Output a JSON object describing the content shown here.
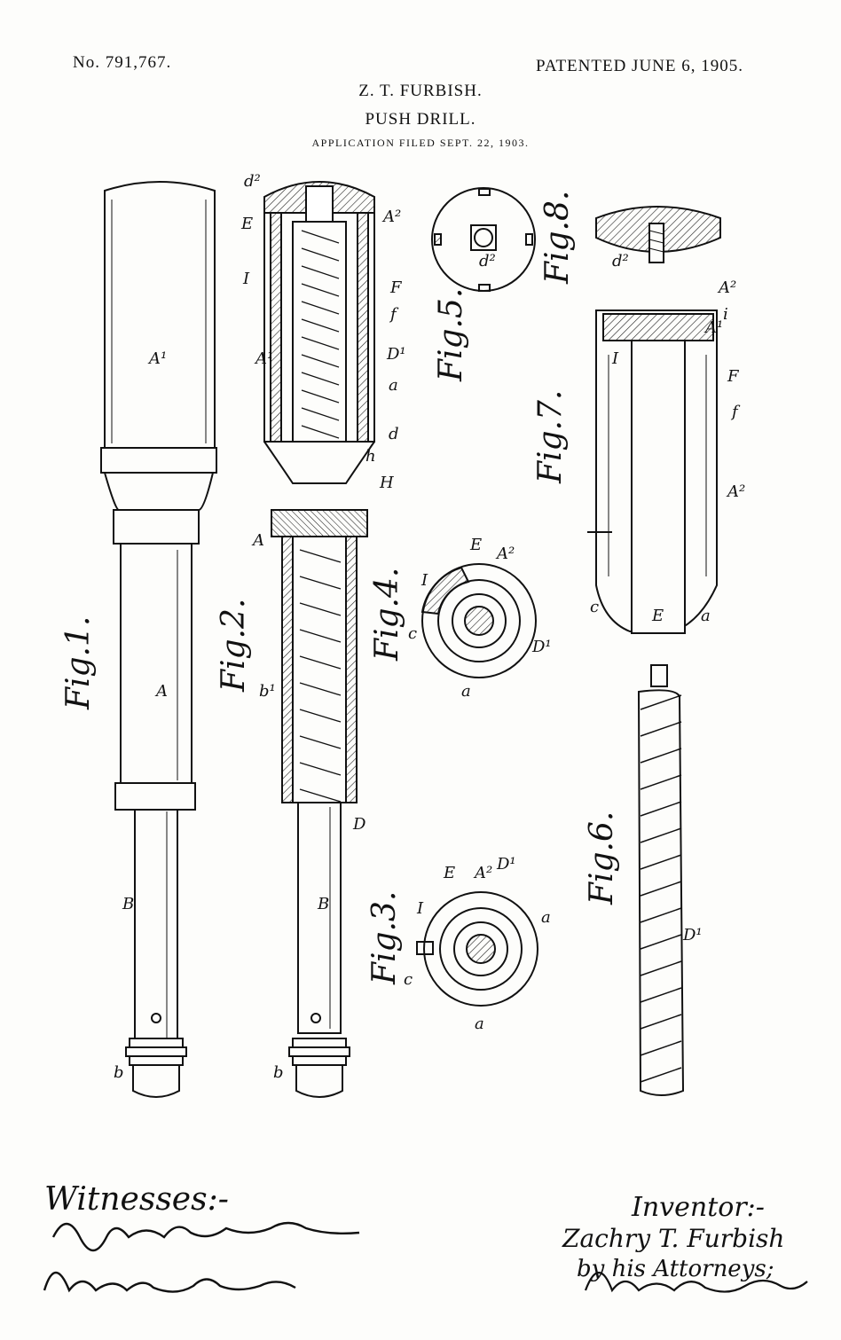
{
  "header": {
    "patent_number": "No. 791,767.",
    "patented_date": "PATENTED JUNE 6, 1905.",
    "inventor": "Z. T. FURBISH.",
    "title": "PUSH DRILL.",
    "application": "APPLICATION FILED SEPT. 22, 1903."
  },
  "figures": {
    "fig1": "Fig.1.",
    "fig2": "Fig.2.",
    "fig3": "Fig.3.",
    "fig4": "Fig.4.",
    "fig5": "Fig.5.",
    "fig6": "Fig.6.",
    "fig7": "Fig.7.",
    "fig8": "Fig.8."
  },
  "parts": {
    "A1": "A¹",
    "A2": "A²",
    "A": "A",
    "B": "B",
    "b": "b",
    "b1": "b¹",
    "D": "D",
    "D1": "D¹",
    "d2": "d²",
    "E": "E",
    "I": "I",
    "a": "a",
    "c": "c",
    "F": "F",
    "f": "f",
    "i": "i",
    "h": "h",
    "H": "H",
    "d": "d"
  },
  "footer": {
    "witnesses_label": "Witnesses:-",
    "inventor_label": "Inventor:-",
    "inventor_signature": "Zachry T. Furbish",
    "attorneys_label": "by his Attorneys;"
  }
}
